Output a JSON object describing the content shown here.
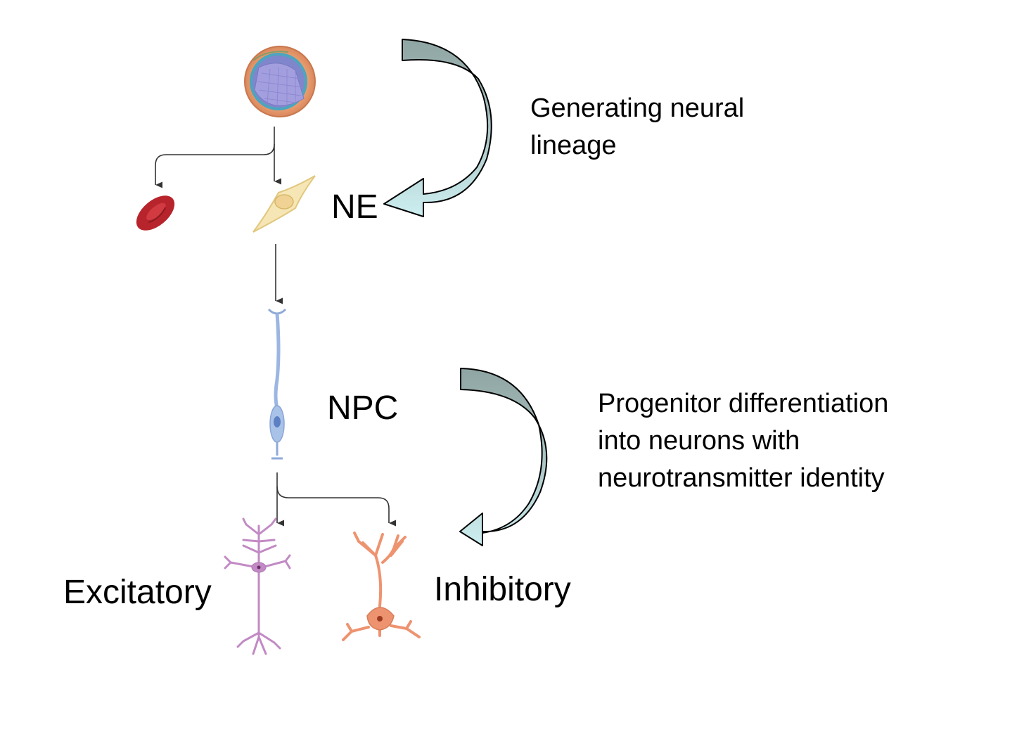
{
  "labels": {
    "ne": "NE",
    "npc": "NPC",
    "excitatory": "Excitatory",
    "inhibitory": "Inhibitory"
  },
  "descriptions": {
    "step1": [
      "Generating neural",
      "lineage"
    ],
    "step2": [
      "Progenitor differentiation",
      "into neurons with",
      "neurotransmitter identity"
    ]
  },
  "colors": {
    "arrow_fill_dark": "#93a8a6",
    "arrow_fill_light": "#c7e8ea",
    "connector": "#333333",
    "red_cell": "#b8242c",
    "ne_cell": "#f7e6b5",
    "npc_cell": "#a9c2e8",
    "excitatory_neuron": "#c28ac4",
    "inhibitory_neuron": "#ee9370",
    "embryo_outer": "#e39a6e",
    "embryo_inner": "#8e8fcf"
  }
}
